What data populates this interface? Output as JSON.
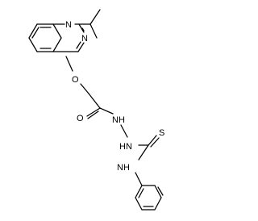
{
  "molecule": {
    "atoms": {
      "n1": "N",
      "n3": "N",
      "o_ether": "O",
      "o_carbonyl": "O",
      "nh_hydrazide": "NH",
      "hn_hydrazide": "HN",
      "s_thio": "S",
      "nh_anilide": "NH"
    }
  }
}
